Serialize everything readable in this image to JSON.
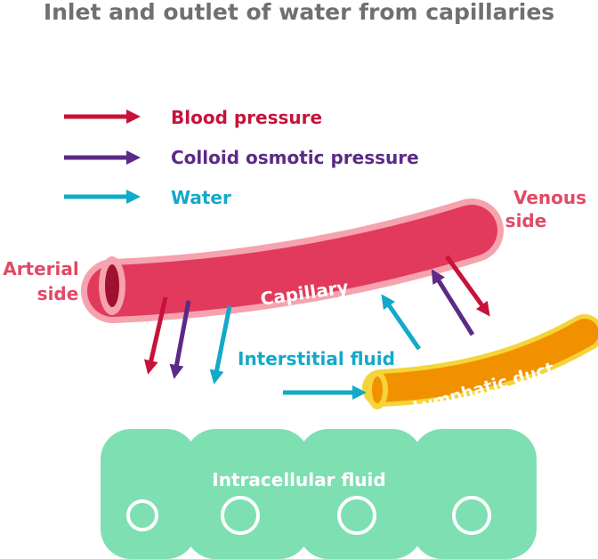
{
  "title": "Inlet and outlet of water from capillaries",
  "legend": [
    {
      "label": "Blood pressure",
      "color": "#c8123a"
    },
    {
      "label": "Colloid osmotic pressure",
      "color": "#5b2a86"
    },
    {
      "label": "Water",
      "color": "#13a9c9"
    }
  ],
  "labels": {
    "venous_line1": "Venous",
    "venous_line2": "side",
    "arterial_line1": "Arterial",
    "arterial_line2": "side",
    "capillary": "Capillary",
    "interstitial": "Interstitial fluid",
    "lymphatic": "Lymphatic duct",
    "intracellular": "Intracellular fluid"
  },
  "colors": {
    "title": "#707070",
    "side_label": "#e04a66",
    "capillary_fill": "#e23a5c",
    "capillary_edge": "#f5a3ae",
    "capillary_lumen": "#a01030",
    "lymph_fill": "#f29100",
    "lymph_edge": "#f5d43a",
    "cell_fill": "#7ddfb2",
    "blood": "#c8123a",
    "colloid": "#5b2a86",
    "water": "#13a9c9"
  }
}
